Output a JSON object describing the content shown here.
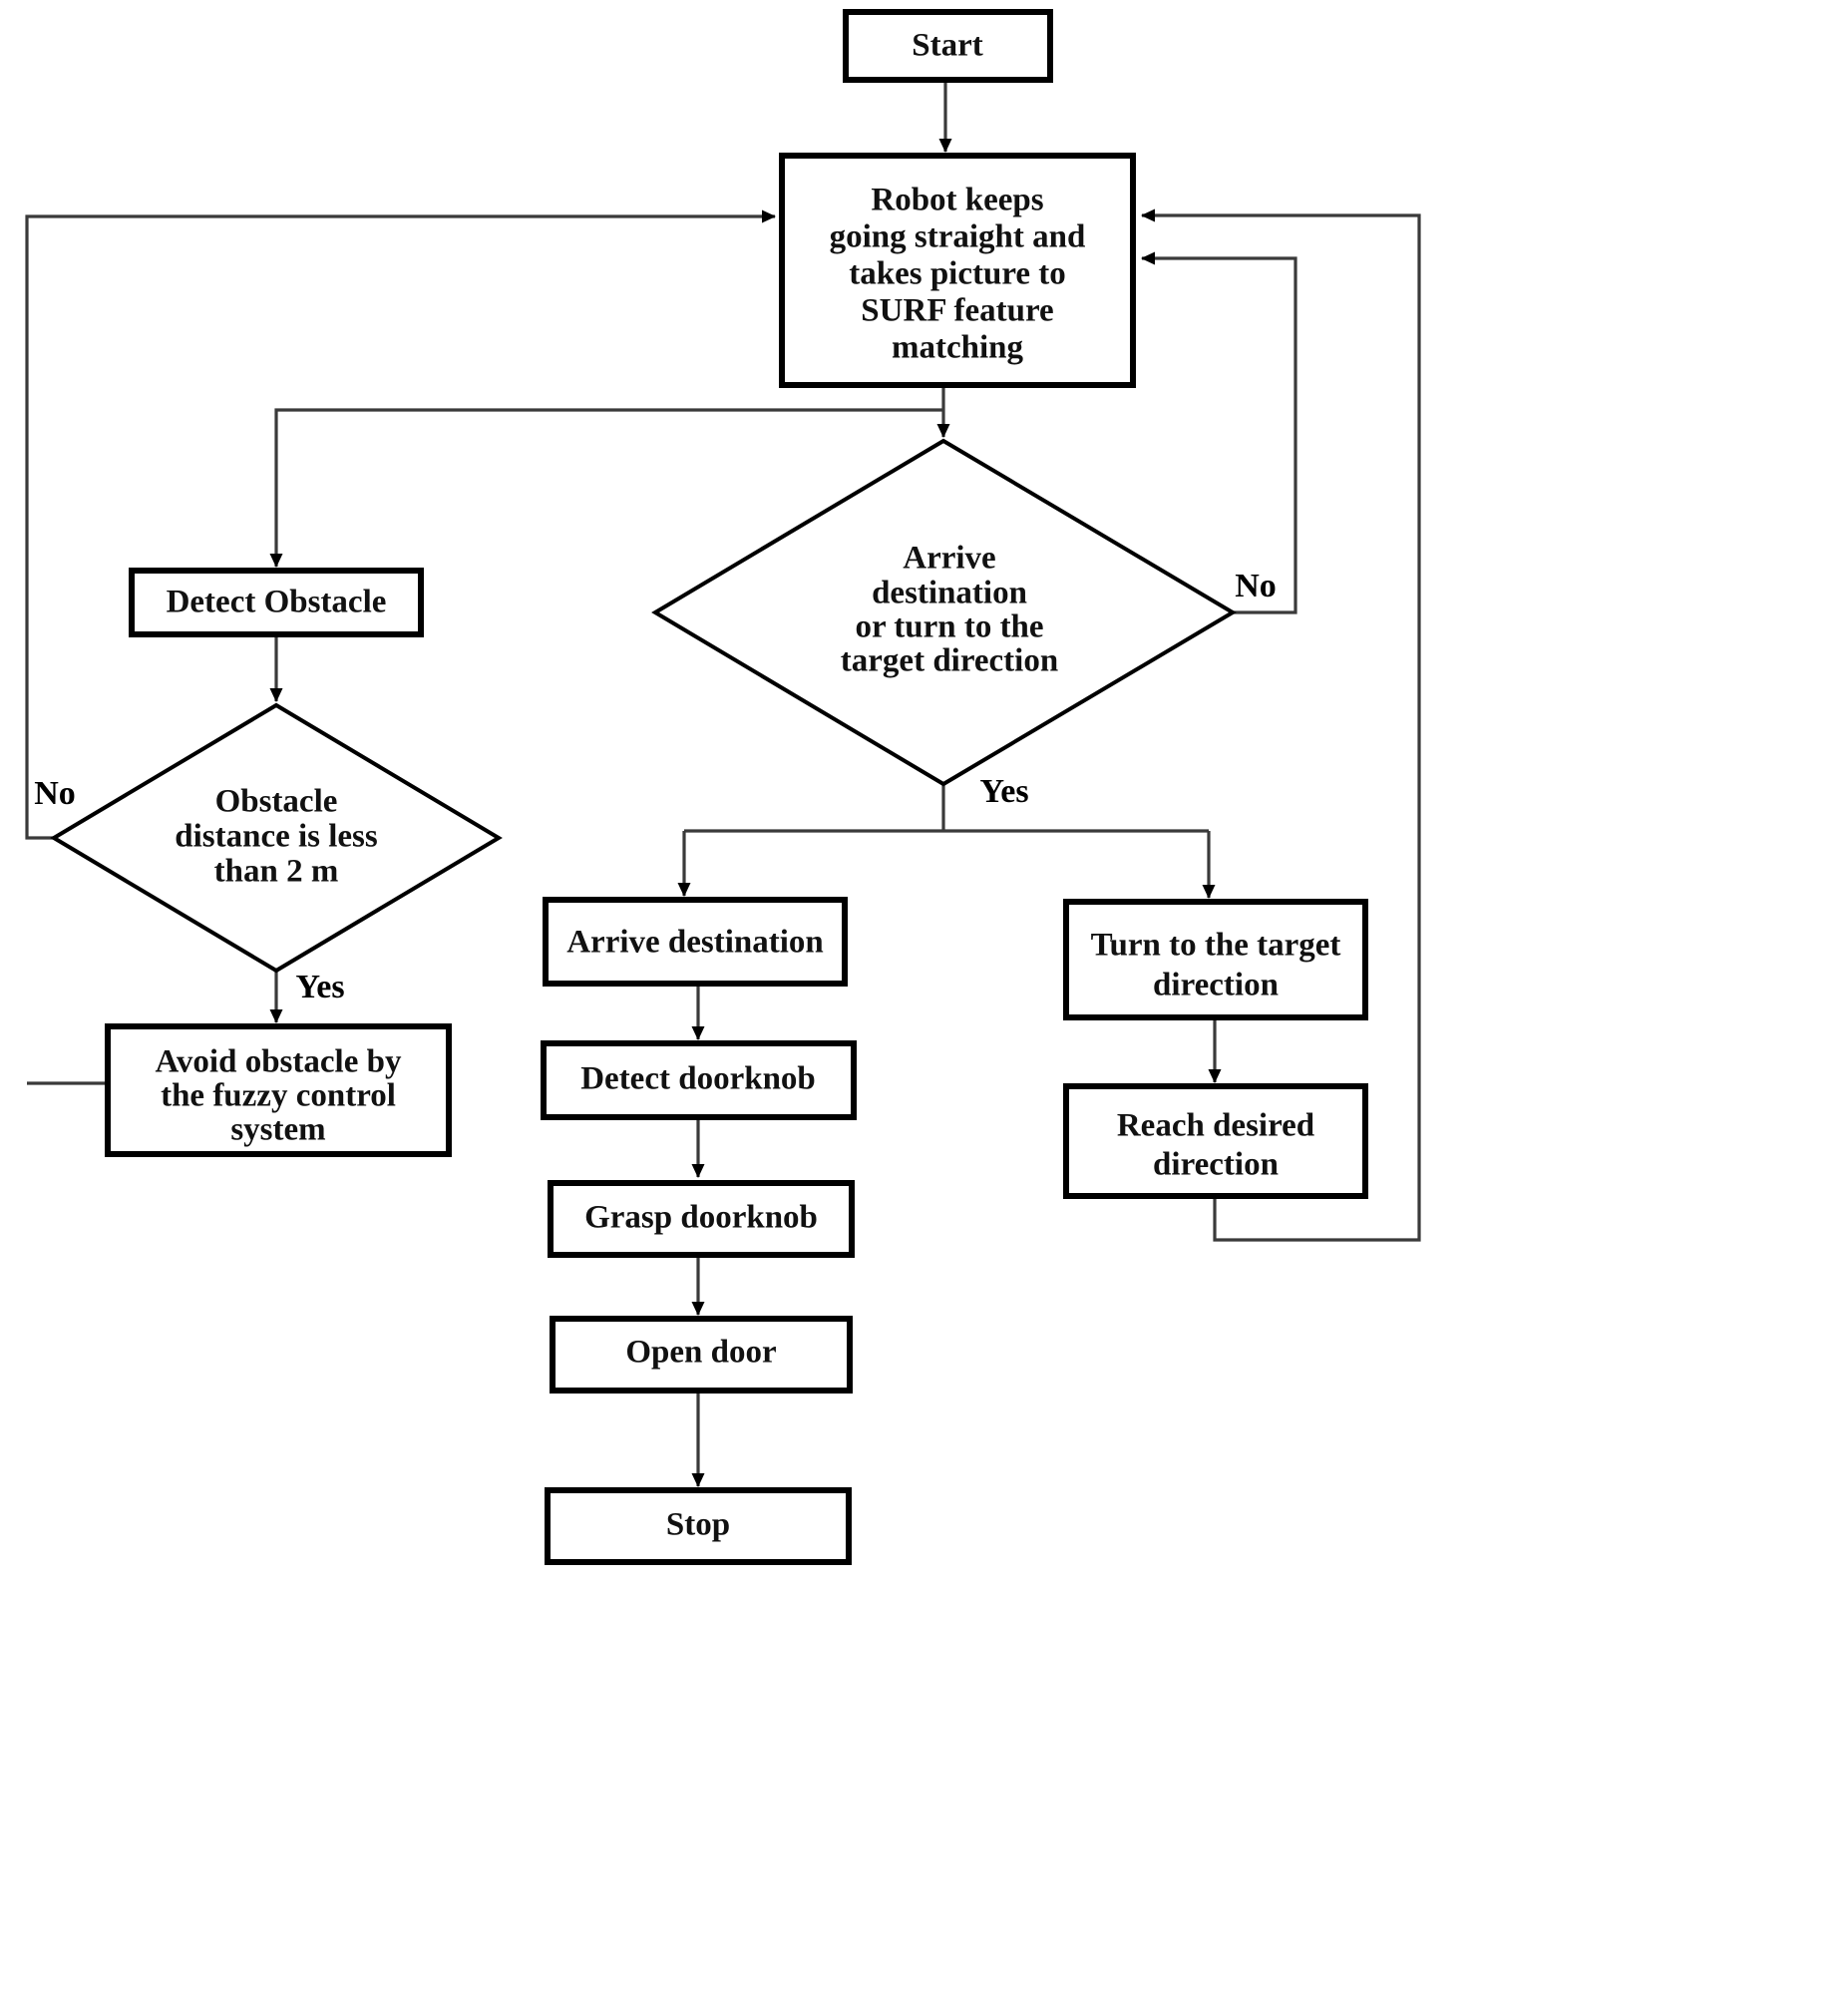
{
  "diagram": {
    "title": "Robot navigation and door opening flowchart",
    "type": "flowchart",
    "colors": {
      "background": "#ffffff",
      "node_stroke": "#000000",
      "edge_stroke": "#3a3a3a",
      "text": "#111111"
    },
    "nodes": [
      {
        "id": "start",
        "shape": "rect",
        "label": "Start"
      },
      {
        "id": "robot_straight",
        "shape": "rect",
        "label_lines": [
          "Robot keeps",
          "going straight and",
          "takes picture to",
          "SURF feature",
          "matching"
        ]
      },
      {
        "id": "arrive_decision",
        "shape": "diamond",
        "label_lines": [
          "Arrive",
          "destination",
          "or turn to the",
          "target direction"
        ]
      },
      {
        "id": "detect_obstacle",
        "shape": "rect",
        "label": "Detect Obstacle"
      },
      {
        "id": "obstacle_decision",
        "shape": "diamond",
        "label_lines": [
          "Obstacle",
          "distance is less",
          "than 2 m"
        ]
      },
      {
        "id": "avoid_obstacle",
        "shape": "rect",
        "label_lines": [
          "Avoid obstacle by",
          "the fuzzy control",
          "system"
        ]
      },
      {
        "id": "arrive_dest",
        "shape": "rect",
        "label": "Arrive destination"
      },
      {
        "id": "detect_doorknob",
        "shape": "rect",
        "label": "Detect doorknob"
      },
      {
        "id": "grasp_doorknob",
        "shape": "rect",
        "label": "Grasp doorknob"
      },
      {
        "id": "open_door",
        "shape": "rect",
        "label": "Open door"
      },
      {
        "id": "stop",
        "shape": "rect",
        "label": "Stop"
      },
      {
        "id": "turn_target",
        "shape": "rect",
        "label_lines": [
          "Turn to the target",
          "direction"
        ]
      },
      {
        "id": "reach_desired",
        "shape": "rect",
        "label_lines": [
          "Reach desired",
          "direction"
        ]
      }
    ],
    "edge_labels": {
      "arrive_no": "No",
      "arrive_yes": "Yes",
      "obstacle_no": "No",
      "obstacle_yes": "Yes"
    },
    "edges": [
      {
        "from": "start",
        "to": "robot_straight",
        "label": ""
      },
      {
        "from": "robot_straight",
        "to": "arrive_decision",
        "label": ""
      },
      {
        "from": "robot_straight",
        "to": "detect_obstacle",
        "label": ""
      },
      {
        "from": "arrive_decision",
        "to": "robot_straight",
        "label": "No"
      },
      {
        "from": "arrive_decision",
        "to": "arrive_dest",
        "label": "Yes"
      },
      {
        "from": "arrive_decision",
        "to": "turn_target",
        "label": "Yes"
      },
      {
        "from": "detect_obstacle",
        "to": "obstacle_decision",
        "label": ""
      },
      {
        "from": "obstacle_decision",
        "to": "robot_straight",
        "label": "No"
      },
      {
        "from": "obstacle_decision",
        "to": "avoid_obstacle",
        "label": "Yes"
      },
      {
        "from": "avoid_obstacle",
        "to": "robot_straight",
        "label": ""
      },
      {
        "from": "arrive_dest",
        "to": "detect_doorknob",
        "label": ""
      },
      {
        "from": "detect_doorknob",
        "to": "grasp_doorknob",
        "label": ""
      },
      {
        "from": "grasp_doorknob",
        "to": "open_door",
        "label": ""
      },
      {
        "from": "open_door",
        "to": "stop",
        "label": ""
      },
      {
        "from": "turn_target",
        "to": "reach_desired",
        "label": ""
      },
      {
        "from": "reach_desired",
        "to": "robot_straight",
        "label": ""
      }
    ]
  }
}
